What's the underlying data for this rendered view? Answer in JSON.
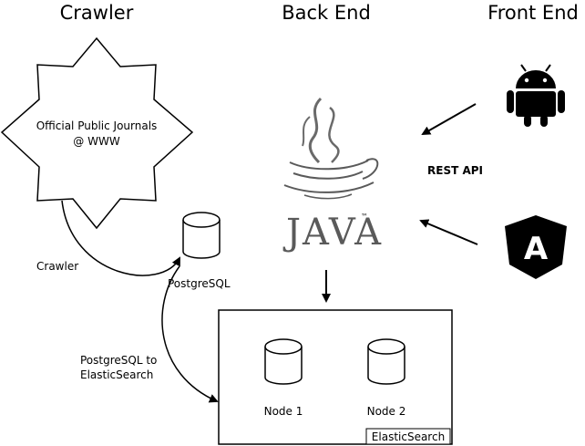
{
  "headings": {
    "crawler": "Crawler",
    "back_end": "Back End",
    "front_end": "Front End"
  },
  "source": {
    "line1": "Official Public Journals",
    "line2": "@ WWW"
  },
  "database": {
    "label": "PostgreSQL"
  },
  "edges": {
    "crawler": "Crawler",
    "pg_to_es_line1": "PostgreSQL to",
    "pg_to_es_line2": "ElasticSearch",
    "rest_api": "REST API"
  },
  "backend_logo": {
    "wordmark": "JAVA",
    "tm": "™"
  },
  "cluster": {
    "label": "ElasticSearch",
    "nodes": [
      "Node 1",
      "Node 2"
    ]
  },
  "angular_logo": {
    "letter": "A"
  },
  "icons": {
    "star": "star-shape",
    "database": "database-cylinder-icon",
    "java": "java-logo",
    "android": "android-icon",
    "angular": "angular-icon"
  }
}
